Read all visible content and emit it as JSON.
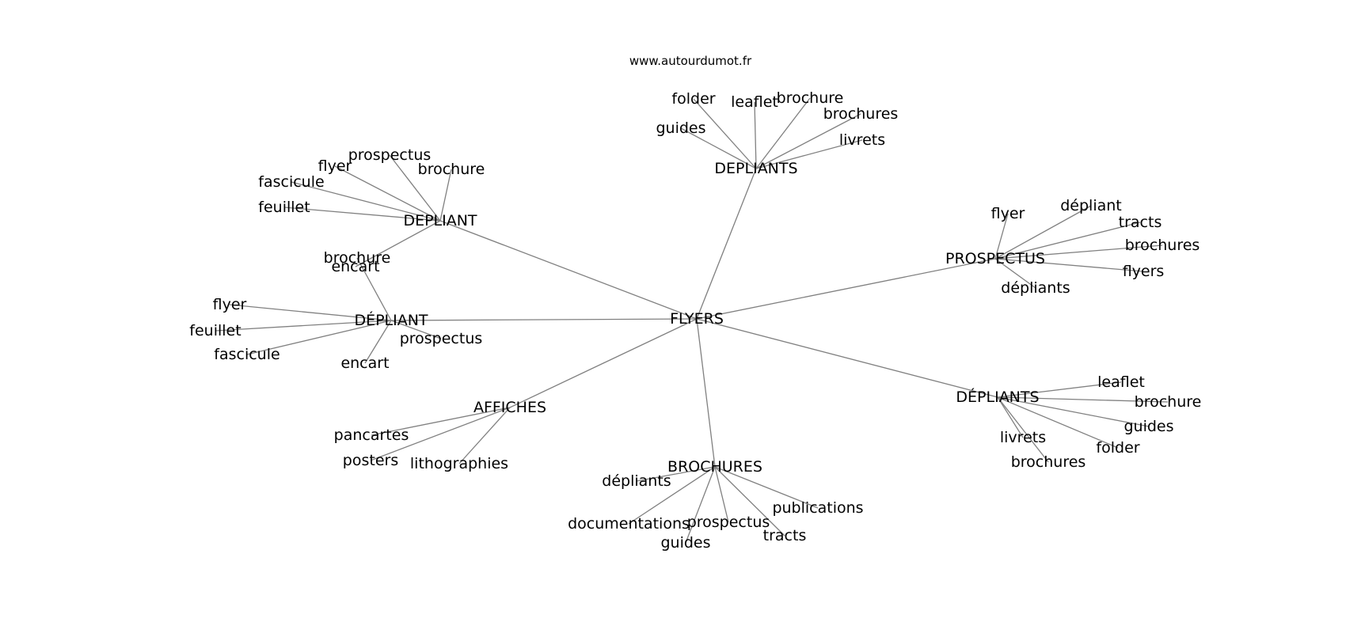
{
  "title": "www.autourdumot.fr",
  "colors": {
    "edge": "#808080",
    "text": "#000000",
    "background": "#ffffff"
  },
  "root": "FLYERS",
  "hubs": [
    {
      "label": "DEPLIANTS",
      "leaves": [
        "folder",
        "leaflet",
        "brochure",
        "brochures",
        "guides",
        "livrets"
      ]
    },
    {
      "label": "DEPLIANT",
      "leaves": [
        "prospectus",
        "flyer",
        "brochure",
        "fascicule",
        "feuillet",
        "encart"
      ]
    },
    {
      "label": "DÉPLIANT",
      "leaves": [
        "brochure",
        "flyer",
        "feuillet",
        "fascicule",
        "prospectus",
        "encart"
      ]
    },
    {
      "label": "PROSPECTUS",
      "leaves": [
        "flyer",
        "dépliant",
        "tracts",
        "brochures",
        "flyers",
        "dépliants"
      ]
    },
    {
      "label": "DÉPLIANTS",
      "leaves": [
        "leaflet",
        "brochure",
        "guides",
        "folder",
        "livrets",
        "brochures"
      ]
    },
    {
      "label": "AFFICHES",
      "leaves": [
        "pancartes",
        "posters",
        "lithographies"
      ]
    },
    {
      "label": "BROCHURES",
      "leaves": [
        "dépliants",
        "documentations",
        "prospectus",
        "guides",
        "tracts",
        "publications"
      ]
    }
  ]
}
